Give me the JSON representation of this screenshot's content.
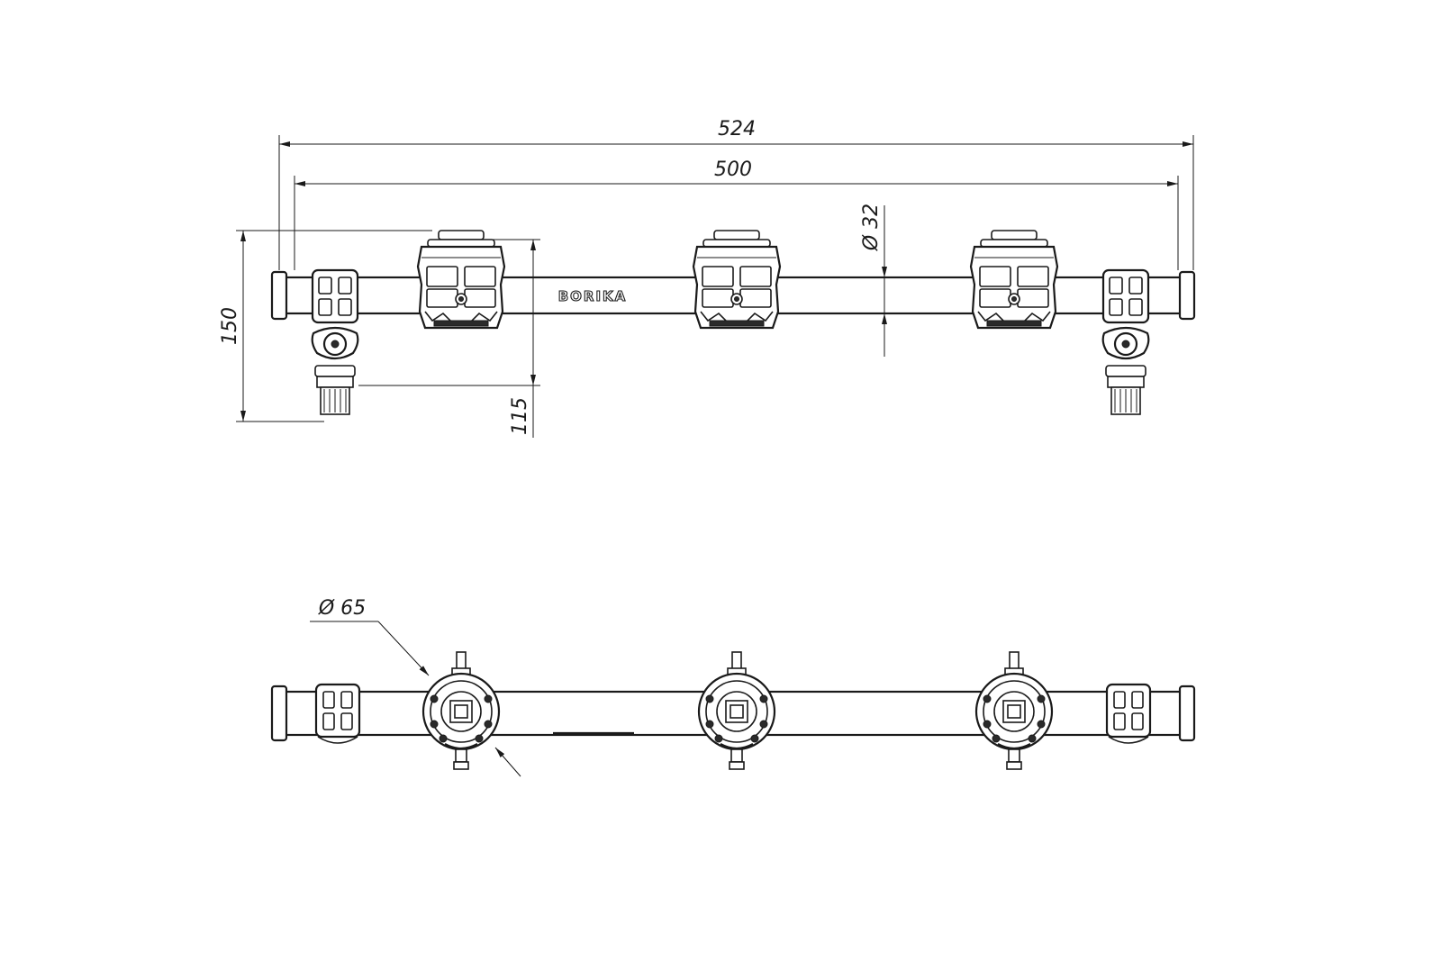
{
  "drawing": {
    "line_color": "#1a1a1a",
    "background": "#ffffff",
    "dimensions": {
      "overall_length": "524",
      "tube_length": "500",
      "tube_diameter": "Ø 32",
      "overall_height": "150",
      "valve_height": "115",
      "flange_diameter": "Ø 65"
    },
    "brand": "BORIKA"
  }
}
